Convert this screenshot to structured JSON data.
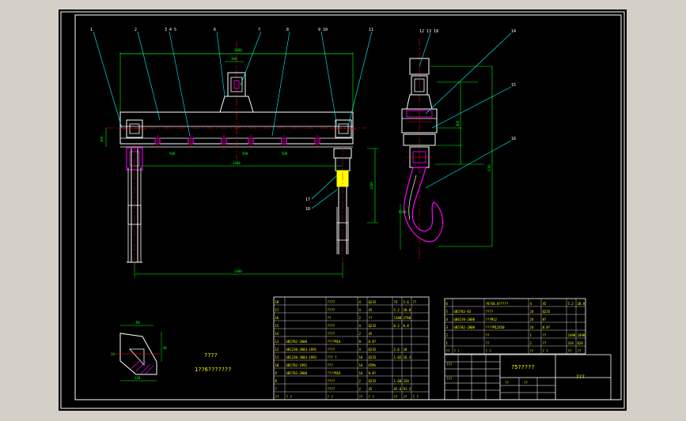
{
  "colors": {
    "background": "#000000",
    "frame": "#ffffff",
    "part": "#ffffff",
    "dim": "#00ff00",
    "leader": "#00ffff",
    "center": "#ff0000",
    "hatch": "#ff00ff",
    "hook_yellow": "#ffff00",
    "table_text": "#ffff00"
  },
  "balloons": [
    "1",
    "2",
    "3 4 5",
    "6",
    "7",
    "8",
    "9 10",
    "11",
    "12 13 18",
    "14",
    "15",
    "16",
    "17",
    "18"
  ],
  "notes": {
    "section_label": "????",
    "requirement": "1??6???????"
  },
  "title_block": {
    "name": "?5?????",
    "drawing_no": "???"
  },
  "bom_left": [
    {
      "no": "18",
      "code": "",
      "name": "????",
      "qty": "4",
      "mat": "Q235",
      "w1": "74",
      "w2": "5.6",
      "remark": "??"
    },
    {
      "no": "17",
      "code": "",
      "name": "????",
      "qty": "4",
      "mat": "45",
      "w1": "5.2",
      "w2": "20.8",
      "remark": ""
    },
    {
      "no": "16",
      "code": "",
      "name": "??",
      "qty": "2",
      "mat": "??",
      "w1": "1380",
      "w2": "2760",
      "remark": ""
    },
    {
      "no": "15",
      "code": "",
      "name": "????",
      "qty": "4",
      "mat": "Q235",
      "w1": "0.2",
      "w2": "0.8",
      "remark": ""
    },
    {
      "no": "14",
      "code": "",
      "name": "????",
      "qty": "2",
      "mat": "45",
      "w1": "",
      "w2": "",
      "remark": ""
    },
    {
      "no": "13",
      "code": "GB5782-2000",
      "name": "????M16",
      "qty": "8",
      "mat": "8.8?",
      "w1": "",
      "w2": "",
      "remark": ""
    },
    {
      "no": "12",
      "code": "GB1230-2003-1991",
      "name": "????",
      "qty": "4",
      "mat": "Q235",
      "w1": "2.6",
      "w2": "10",
      "remark": ""
    },
    {
      "no": "11",
      "code": "GB1230-2003-1992",
      "name": "??? ?",
      "qty": "16",
      "mat": "Q235",
      "w1": "1.02",
      "w2": "16.3",
      "remark": ""
    },
    {
      "no": "10",
      "code": "GB5782-1992",
      "name": "???",
      "qty": "16",
      "mat": "65Mn",
      "w1": "",
      "w2": "",
      "remark": ""
    },
    {
      "no": "9",
      "code": "GB5783-2000",
      "name": "????M16",
      "qty": "16",
      "mat": "8.8?",
      "w1": "",
      "w2": "",
      "remark": ""
    },
    {
      "no": "8",
      "code": "",
      "name": "????",
      "qty": "2",
      "mat": "Q235",
      "w1": "1.60",
      "w2": "320",
      "remark": ""
    },
    {
      "no": "7",
      "code": "",
      "name": "????",
      "qty": "2",
      "mat": "45",
      "w1": "45.6",
      "w2": "91.2",
      "remark": ""
    }
  ],
  "bom_left_header": {
    "no": "??",
    "code": "? ?",
    "name": "? ?",
    "qty": "??",
    "mat": "? ?",
    "w1": "??",
    "w2": "??",
    "remark": "? ?"
  },
  "bom_right": [
    {
      "no": "6",
      "code": "",
      "name": "?8?G8.0?????",
      "qty": "4",
      "mat": "45",
      "w1": "5.2",
      "w2": "20.8"
    },
    {
      "no": "5",
      "code": "GB5783-83",
      "name": "????",
      "qty": "24",
      "mat": "Q235",
      "w1": "",
      "w2": ""
    },
    {
      "no": "4",
      "code": "GB6170-2000",
      "name": "???M12",
      "qty": "24",
      "mat": "8?",
      "w1": "",
      "w2": ""
    },
    {
      "no": "3",
      "code": "GB5782-2000",
      "name": "????M12X50",
      "qty": "24",
      "mat": "8.8?",
      "w1": "",
      "w2": ""
    },
    {
      "no": "2",
      "code": "",
      "name": "??",
      "qty": "1",
      "mat": "??",
      "w1": "2490",
      "w2": "2490"
    },
    {
      "no": "1",
      "code": "",
      "name": "??",
      "qty": "2",
      "mat": "??",
      "w1": "314",
      "w2": "628"
    }
  ],
  "bom_right_header": {
    "no": "??",
    "code": "? ?",
    "name": "? ?",
    "qty": "??",
    "mat": "? ?",
    "w1": "??",
    "w2": "??"
  },
  "title_small": [
    "??",
    "??",
    "???",
    "???"
  ]
}
